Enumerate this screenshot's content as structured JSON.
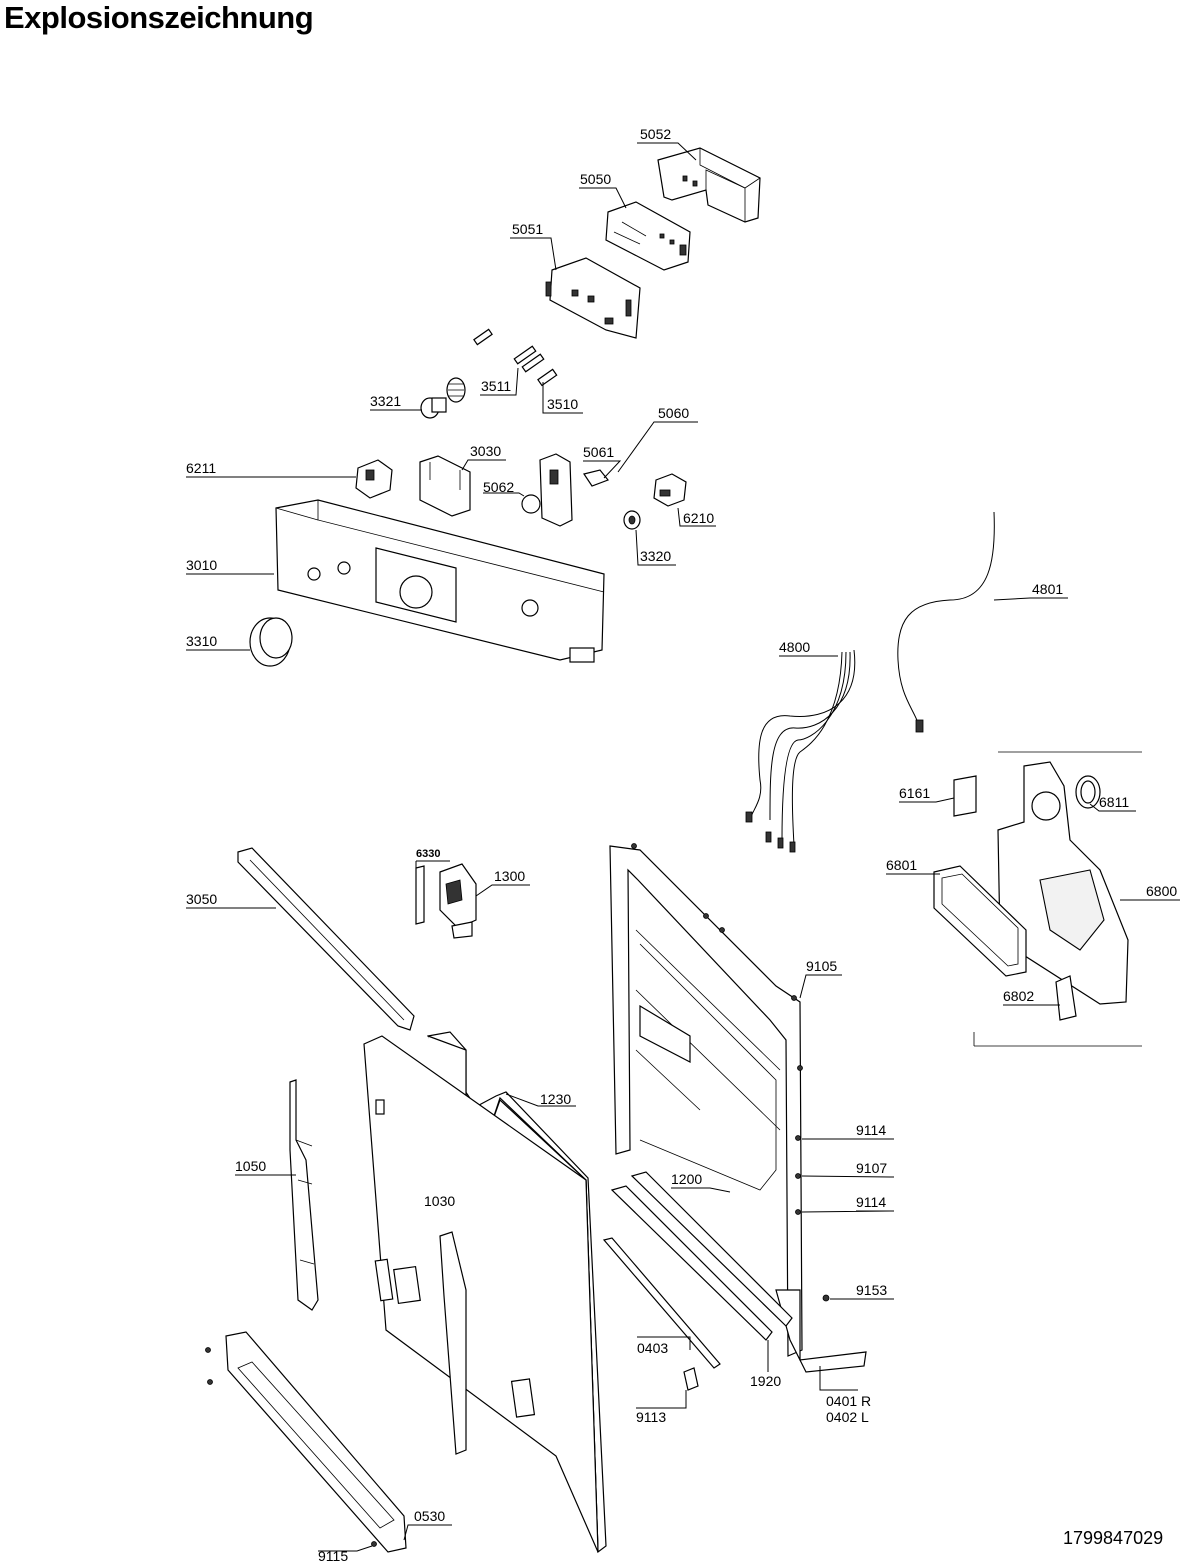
{
  "title": "Explosionszeichnung",
  "document_number": "1799847029",
  "part_labels": {
    "p5052": "5052",
    "p5050": "5050",
    "p5051": "5051",
    "p3321": "3321",
    "p3511": "3511",
    "p3510": "3510",
    "p5060": "5060",
    "p5061": "5061",
    "p5062": "5062",
    "p6211": "6211",
    "p3030": "3030",
    "p6210": "6210",
    "p3320": "3320",
    "p3010": "3010",
    "p3310": "3310",
    "p4801": "4801",
    "p4800": "4800",
    "p6161": "6161",
    "p6811": "6811",
    "p6801": "6801",
    "p6800": "6800",
    "p6802": "6802",
    "p6330": "6330",
    "p1300": "1300",
    "p3050": "3050",
    "p9105": "9105",
    "p1230": "1230",
    "p9114a": "9114",
    "p9107": "9107",
    "p9114b": "9114",
    "p1050": "1050",
    "p1030": "1030",
    "p1200": "1200",
    "p9153": "9153",
    "p0403": "0403",
    "p1920": "1920",
    "p0401": "0401 R",
    "p0402": "0402 L",
    "p9113": "9113",
    "p0530": "0530",
    "p9115": "9115"
  }
}
